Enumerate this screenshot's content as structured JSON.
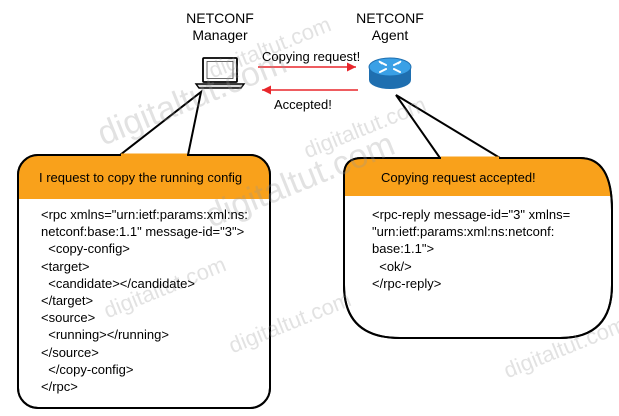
{
  "manager": {
    "label_line1": "NETCONF",
    "label_line2": "Manager"
  },
  "agent": {
    "label_line1": "NETCONF",
    "label_line2": "Agent"
  },
  "arrows": {
    "request_label": "Copying request!",
    "response_label": "Accepted!",
    "color": "#e8262b"
  },
  "left_bubble": {
    "title": "I request to copy the running config",
    "lines": [
      "<rpc xmlns=\"urn:ietf:params:xml:ns:",
      "netconf:base:1.1\" message-id=\"3\">",
      "  <copy-config>",
      "<target>",
      "  <candidate></candidate>",
      "</target>",
      "<source>",
      "  <running></running>",
      "</source>",
      "  </copy-config>",
      "</rpc>"
    ]
  },
  "right_bubble": {
    "title": "Copying request accepted!",
    "lines": [
      "<rpc-reply message-id=\"3\" xmlns=",
      "\"urn:ietf:params:xml:ns:netconf:",
      "base:1.1\">",
      "  <ok/>",
      "</rpc-reply>"
    ]
  },
  "colors": {
    "header_fill": "#f9a11b",
    "router_blue": "#2a8fd6"
  },
  "watermark": "digitaltut.com"
}
